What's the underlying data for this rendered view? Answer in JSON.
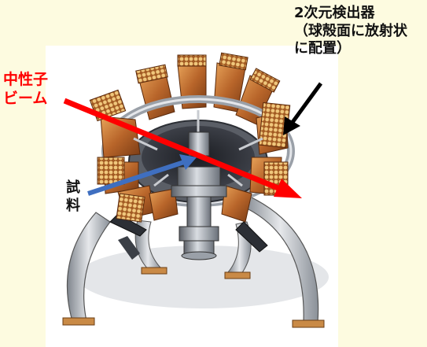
{
  "labels": {
    "neutron_beam": [
      "中性子",
      "ビーム"
    ],
    "detector": [
      "2次元検出器",
      "（球殻面に放射状",
      "に配置）"
    ],
    "sample": [
      "試",
      "料"
    ]
  },
  "colors": {
    "background": "#fdfbe0",
    "beam_arrow": "#ff0000",
    "sample_arrow": "#3f6fc0",
    "detector_arrow": "#000000",
    "detector_module": "#c8762c",
    "tube_end": "#e9c27a",
    "frame": "#8f96a0"
  }
}
